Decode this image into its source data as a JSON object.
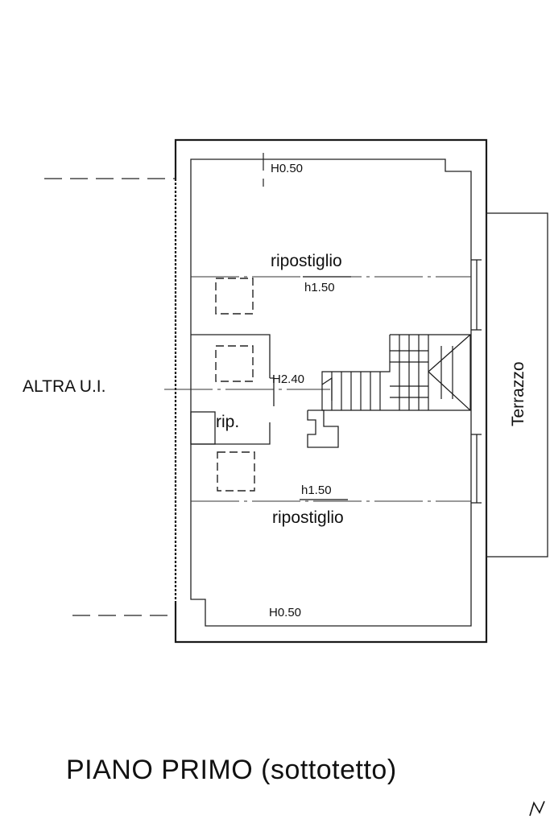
{
  "drawing": {
    "title": "PIANO PRIMO (sottotetto)",
    "labels": {
      "room_top": "ripostiglio",
      "height_top": "h1.50",
      "eave_top": "H0.50",
      "room_bottom": "ripostiglio",
      "height_bottom": "h1.50",
      "eave_bottom": "H0.50",
      "stair_height": "H2.40",
      "small_room": "rip.",
      "neighbor": "ALTRA U.I.",
      "terrace": "Terrazzo"
    }
  }
}
